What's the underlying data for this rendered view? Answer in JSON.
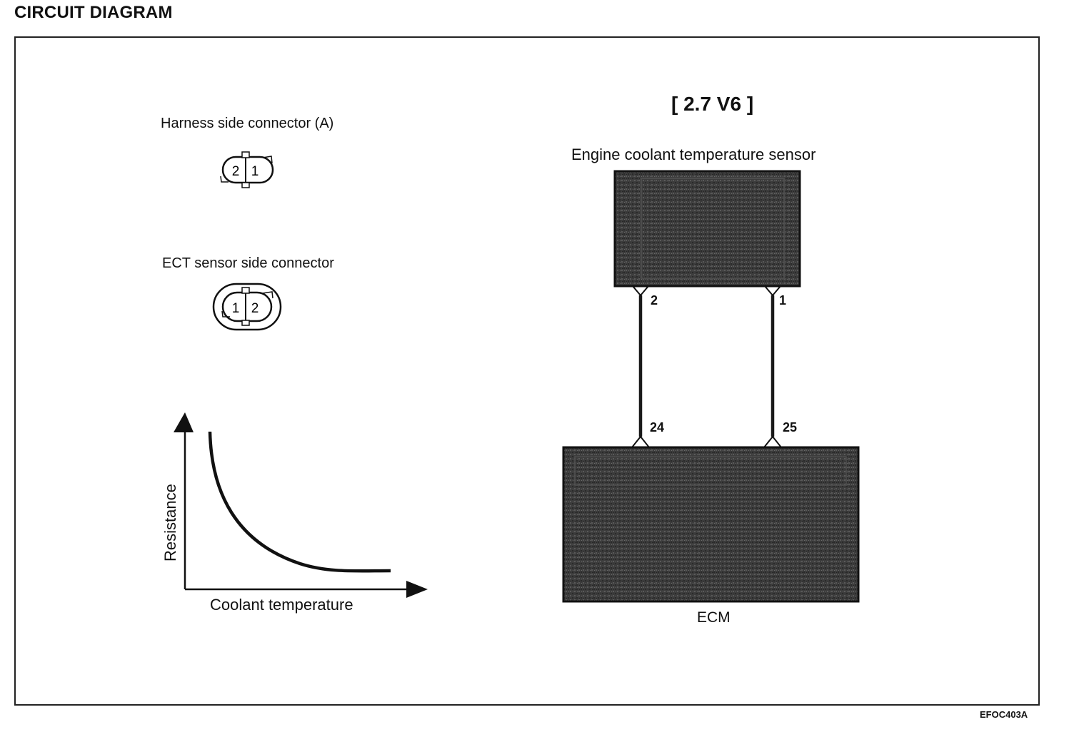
{
  "title": "CIRCUIT DIAGRAM",
  "harness_connector": {
    "label": "Harness side connector (A)",
    "pins": [
      "2",
      "1"
    ]
  },
  "ect_connector": {
    "label": "ECT sensor side connector",
    "pins": [
      "1",
      "2"
    ]
  },
  "graph": {
    "xlabel": "Coolant temperature",
    "ylabel": "Resistance",
    "curve": "decreasing"
  },
  "circuit": {
    "variant": "[ 2.7 V6 ]",
    "sensor_label": "Engine coolant temperature sensor",
    "ecm_label": "ECM",
    "sensor_pins": [
      "2",
      "1"
    ],
    "ecm_pins": [
      "24",
      "25"
    ]
  },
  "figure_code": "EFOC403A",
  "colors": {
    "component_fill": "#3a3a3a",
    "wire": "#1a1a1a"
  }
}
